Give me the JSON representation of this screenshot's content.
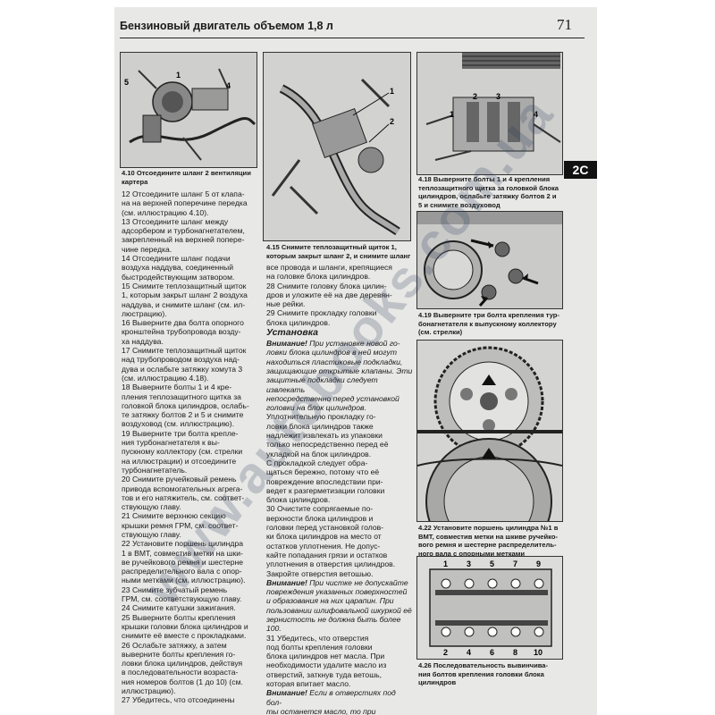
{
  "header": {
    "title": "Бензиновый двигатель объемом 1,8 л",
    "page_number": "71"
  },
  "section_tab": "2C",
  "figures": {
    "f1": {
      "labels": [
        "5",
        "1",
        "4"
      ]
    },
    "f2": {
      "labels": [
        "1",
        "2"
      ]
    },
    "f3": {
      "labels": [
        "1",
        "2",
        "3",
        "4"
      ]
    },
    "f5": {
      "labels": [
        "1",
        "3",
        "5",
        "7",
        "9",
        "2",
        "4",
        "6",
        "8",
        "10"
      ]
    }
  },
  "captions": {
    "c410": [
      "4.10 Отсоедините шланг 2 вентиляции",
      "картера"
    ],
    "c415": [
      "4.15 Снимите теплозащитный щиток 1,",
      "которым закрыт шланг 2, и снимите шланг"
    ],
    "c418": [
      "4.18 Выверните болты 1 и 4 крепления",
      "теплозащитного щитка за головкой блока",
      "цилиндров, ослабьте затяжку болтов 2 и",
      "5 и снимите воздуховод"
    ],
    "c419": [
      "4.19 Выверните три болта крепления тур-",
      "бонагнетателя к выпускному коллектору",
      "(см. стрелки)"
    ],
    "c422": [
      "4.22 Установите поршень цилиндра №1 в",
      "ВМТ, совместив метки на шкиве ручейко-",
      "вого ремня и шестерне распределитель-",
      "ного вала с опорными метками"
    ],
    "c426": [
      "4.26 Последовательность вывинчива-",
      "ния болтов крепления головки блока",
      "цилиндров"
    ]
  },
  "left_col": [
    "12  Отсоедините шланг 5 от клапа-",
    "на на верхней поперечине передка",
    "(см. иллюстрацию 4.10).",
    "13  Отсоедините шланг между",
    "адсорбером и турбонагнетателем,",
    "закрепленный на верхней попере-",
    "чине передка.",
    "14  Отсоедините шланг подачи",
    "воздуха наддува, соединенный",
    "быстродействующим затвором.",
    "15  Снимите теплозащитный щиток",
    "1, которым закрыт шланг 2 воздуха",
    "наддува, и снимите шланг (см. ил-",
    "люстрацию).",
    "16  Выверните два болта опорного",
    "кронштейна трубопровода возду-",
    "ха наддува.",
    "17  Снимите теплозащитный щиток",
    "над трубопроводом воздуха над-",
    "дува и ослабьте затяжку хомута 3",
    "(см. иллюстрацию 4.18).",
    "18  Выверните болты 1 и 4 кре-",
    "пления теплозащитного щитка за",
    "головкой блока цилиндров, ослабь-",
    "те затяжку болтов 2 и 5 и снимите",
    "воздуховод (см. иллюстрацию).",
    "19  Выверните три болта крепле-",
    "ния турбонагнетателя к вы-",
    "пускному коллектору (см. стрелки",
    "на иллюстрации) и отсоедините",
    "турбонагнетатель.",
    "20  Снимите ручейковый ремень",
    "привода вспомогательных агрега-",
    "тов и его натяжитель, см. соответ-",
    "ствующую главу.",
    "21  Снимите верхнюю секцию",
    "крышки ремня ГРМ, см. соответ-",
    "ствующую главу.",
    "22  Установите поршень цилиндра",
    "1 в ВМТ, совместив метки на шки-",
    "ве ручейкового ремня и шестерне",
    "распределительного вала с опор-",
    "ными метками (см. иллюстрацию).",
    "23  Снимите зубчатый ремень",
    "ГРМ, см. соответствующую главу.",
    "24  Снимите катушки зажигания.",
    "25  Выверните болты крепления",
    "крышки головки блока цилиндров и",
    "снимите её вместе с прокладками.",
    "26  Ослабьте затяжку, а затем",
    "выверните болты крепления го-",
    "ловки блока цилиндров, действуя",
    "в последовательности возраста-",
    "ния номеров болтов (1 до 10) (см.",
    "иллюстрацию).",
    "27  Убедитесь, что отсоединены"
  ],
  "mid_col": {
    "top": [
      "все провода и шланги, крепящиеся",
      "на головке блока цилиндров.",
      "28  Снимите головку блока цилин-",
      "дров и уложите её на две деревян-",
      "ные рейки.",
      "29  Снимите прокладку головки",
      "блока цилиндров."
    ],
    "section": "Установка",
    "warn1_head": "Внимание!",
    "warn1": [
      " При установке новой го-",
      "ловки блока цилиндров в ней могут",
      "находиться пластиковые подкладки,",
      "защищающие открытые клапаны. Эти",
      "защитные подкладки следует извлекать",
      "непосредственно перед установкой",
      "головки на блок цилиндров."
    ],
    "body1": [
      "   Уплотнительную прокладку го-",
      "ловки блока цилиндров также",
      "надлежит извлекать из упаковки",
      "только непосредственно перед её",
      "укладкой на блок цилиндров.",
      "   С прокладкой следует обра-",
      "щаться бережно, потому что её",
      "повреждение впоследствии при-",
      "ведет к разгерметизации головки",
      "блока цилиндров.",
      "30  Очистите сопрягаемые по-",
      "верхности блока цилиндров и",
      "головки перед установкой голов-",
      "ки блока цилиндров на место от",
      "остатков уплотнения. Не допус-",
      "кайте попадания грязи и остатков",
      "уплотнения в отверстия цилиндров.",
      "Закройте отверстия ветошью."
    ],
    "warn2_head": "Внимание!",
    "warn2": [
      " При чистке не допускайте",
      "повреждения указанных поверхностей",
      "и образования на них царапин. При",
      "пользовании шлифовальной шкуркой её",
      "зернистость не должна быть более 100."
    ],
    "body2": [
      "31  Убедитесь, что отверстия",
      "под болты крепления головки",
      "блока цилиндров нет масла. При",
      "необходимости удалите масло из",
      "отверстий, заткнув туда ветошь,",
      "которая впитает масло."
    ],
    "warn3_head": "Внимание!",
    "warn3": [
      " Если в отверстиях под бол-",
      "ты останется масло, то при затягивании"
    ]
  },
  "watermark": "www.autobooks.com.ua"
}
